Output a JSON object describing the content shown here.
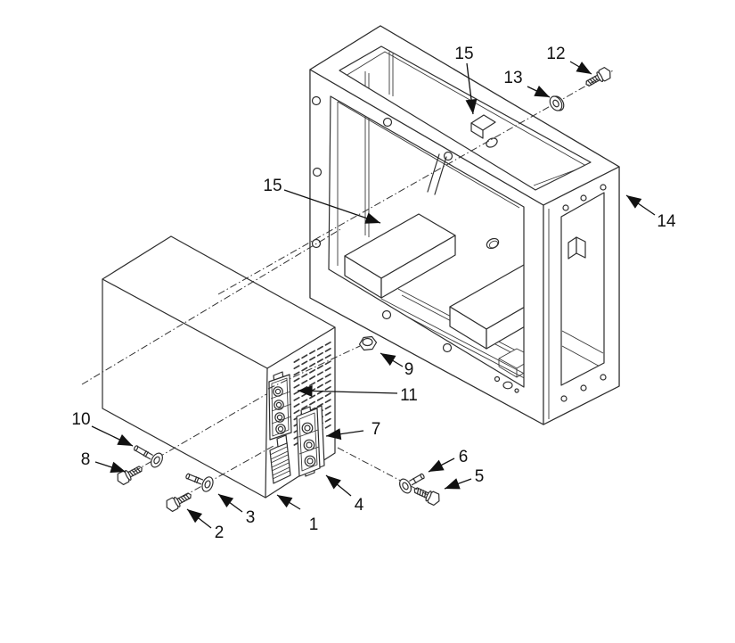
{
  "diagram": {
    "type": "exploded-parts-diagram",
    "background": "#ffffff",
    "line_color": "#2e2e2e",
    "label_color": "#111111",
    "callouts": [
      {
        "number": "1"
      },
      {
        "number": "2"
      },
      {
        "number": "3"
      },
      {
        "number": "4"
      },
      {
        "number": "5"
      },
      {
        "number": "6"
      },
      {
        "number": "7"
      },
      {
        "number": "8"
      },
      {
        "number": "9"
      },
      {
        "number": "10"
      },
      {
        "number": "11"
      },
      {
        "number": "12"
      },
      {
        "number": "13"
      },
      {
        "number": "14"
      },
      {
        "number": "15"
      },
      {
        "number": "15"
      }
    ]
  }
}
